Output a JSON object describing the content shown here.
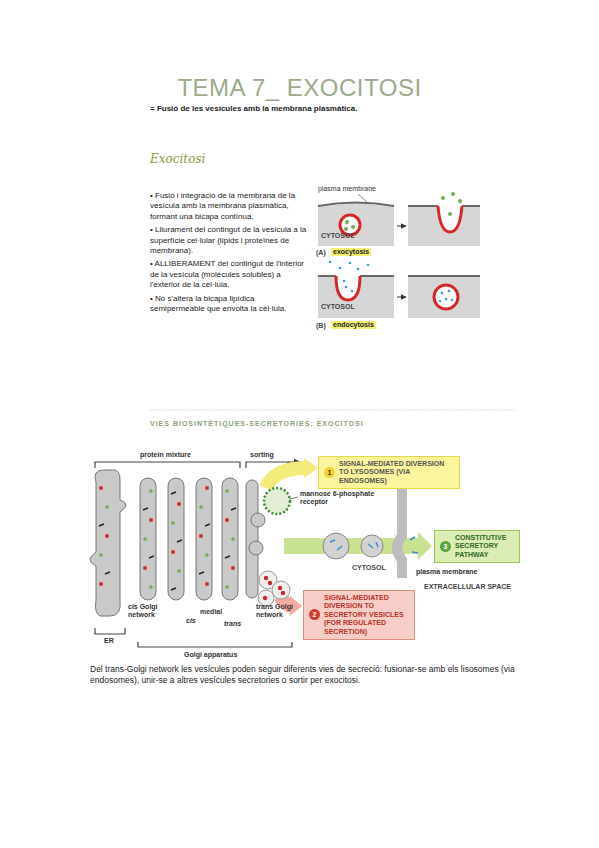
{
  "diagram": {
    "title": "TEMA 7_ EXOCITOSI",
    "nodes": [
      {
        "text": [
          "1",
          "SIGNAL-MEDIATED DIVERSION TO LYSOSOMES (VIA ENDOSOMES)"
        ]
      },
      {
        "text": [
          "3",
          "CONSTITUTIVE SECRETORY PATHWAY"
        ]
      },
      {
        "text": [
          "2",
          "SIGNAL-MEDIATED DIVERSION TO SECRETORY VESICLES (FOR REGULATED SECRETION)"
        ]
      }
    ],
    "labels": [
      "= Fusió de les vesícules amb la membrana plasmàtica.",
      "Exocitosi",
      "• Fusió i integració de la membrana de la vesícula amb la membrana plasmàtica, formant una bicapa contínua.",
      "• Lliurament del contingut de la vesícula a la superfície cel·lular (lípids i proteïnes de membrana).",
      "• ALLIBERAMENT del contingut de l'interior de la vesícula (molècules solubles) a l'exterior de la cèl·lula.",
      "• No s'altera la bicapa lipídica semipermeable que envolta la cèl·lula.",
      "plasma membrane",
      "CYTOSOL",
      "(A)",
      "exocytosis",
      "CYTOSOL",
      "(B)",
      "endocytosis",
      "VIES BIOSINTÈTIQUES-SECRETORIES: EXOCITOSI",
      "protein mixture",
      "sorting",
      "mannose 6-phosphate receptor",
      "cis Golgi network",
      "cis",
      "medial",
      "trans",
      "trans Golgi network",
      "ER",
      "Golgi apparatus",
      "plasma membrane",
      "CYTOSOL",
      "EXTRACELLULAR SPACE",
      "Del trans-Golgi network les vesícules poden seguir diferents vies de secreció: fusionar-se amb els lisosomes (via endosomes), unir-se a altres vesícules secretories o sortir per exocitosi."
    ]
  }
}
